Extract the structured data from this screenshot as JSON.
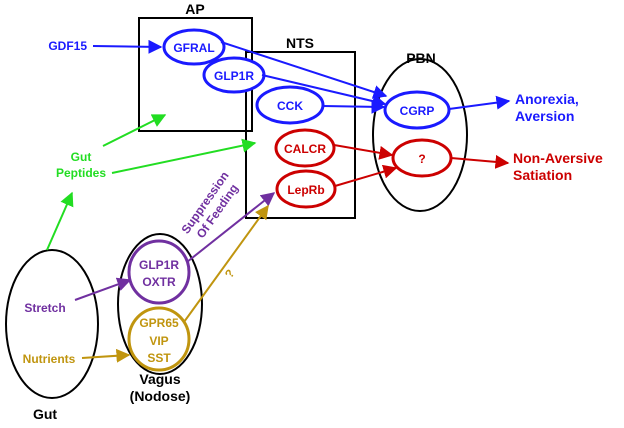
{
  "colors": {
    "blue": "#1a1aff",
    "red": "#cc0000",
    "purple": "#7030a0",
    "gold": "#c0950f",
    "green": "#22dd22",
    "black": "#000000"
  },
  "regions": {
    "ap": "AP",
    "nts": "NTS",
    "pbn": "PBN",
    "gut": "Gut",
    "vagus_line1": "Vagus",
    "vagus_line2": "(Nodose)"
  },
  "nodes": {
    "gdf15": "GDF15",
    "gfral": "GFRAL",
    "glp1r_ap": "GLP1R",
    "cck": "CCK",
    "calcr": "CALCR",
    "leprb": "LepRb",
    "cgrp": "CGRP",
    "unknown": "?",
    "glp1r_vagal": "GLP1R",
    "oxtr": "OXTR",
    "gpr65": "GPR65",
    "vip": "VIP",
    "sst": "SST"
  },
  "labels": {
    "gut_peptides_line1": "Gut",
    "gut_peptides_line2": "Peptides",
    "stretch": "Stretch",
    "nutrients": "Nutrients",
    "suppression_line1": "Suppression",
    "suppression_line2": "Of Feeding",
    "nutrient_question": "?"
  },
  "outputs": {
    "anorexia_line1": "Anorexia,",
    "anorexia_line2": "Aversion",
    "nonaversive_line1": "Non-Aversive",
    "nonaversive_line2": "Satiation"
  }
}
